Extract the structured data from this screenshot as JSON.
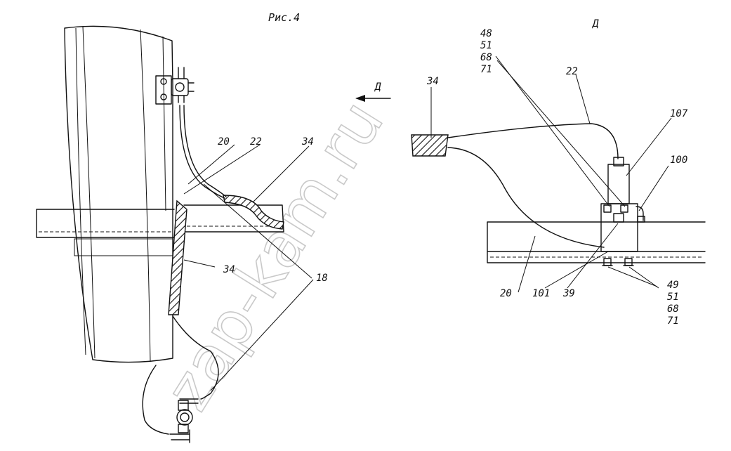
{
  "figure": {
    "title": "Рис.4",
    "view_mark": "Д",
    "view_arrow_label": "Д"
  },
  "watermark": "zap-kam.ru",
  "left_view": {
    "labels": {
      "l20": "20",
      "l22": "22",
      "l34_top": "34",
      "l34_mid": "34",
      "l18": "18"
    }
  },
  "right_view": {
    "labels": {
      "l34": "34",
      "l22": "22",
      "l107": "107",
      "l100": "100",
      "l20": "20",
      "l101": "101",
      "l39": "39",
      "group_top": [
        "48",
        "51",
        "68",
        "71"
      ],
      "group_bottom": [
        "49",
        "51",
        "68",
        "71"
      ]
    }
  }
}
